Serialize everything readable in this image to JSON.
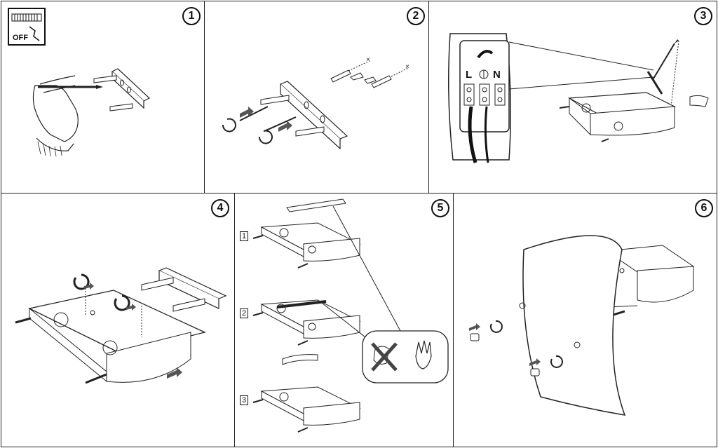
{
  "steps": [
    {
      "number": "1"
    },
    {
      "number": "2"
    },
    {
      "number": "3"
    },
    {
      "number": "4"
    },
    {
      "number": "5"
    },
    {
      "number": "6"
    }
  ],
  "step1": {
    "switch_label": "OFF"
  },
  "step3": {
    "terminal_live": "L",
    "terminal_neutral": "N"
  },
  "step5": {
    "sub_steps": [
      "1",
      "2",
      "3"
    ]
  },
  "colors": {
    "line": "#222222",
    "arrow": "#555555",
    "fill": "#ffffff"
  }
}
